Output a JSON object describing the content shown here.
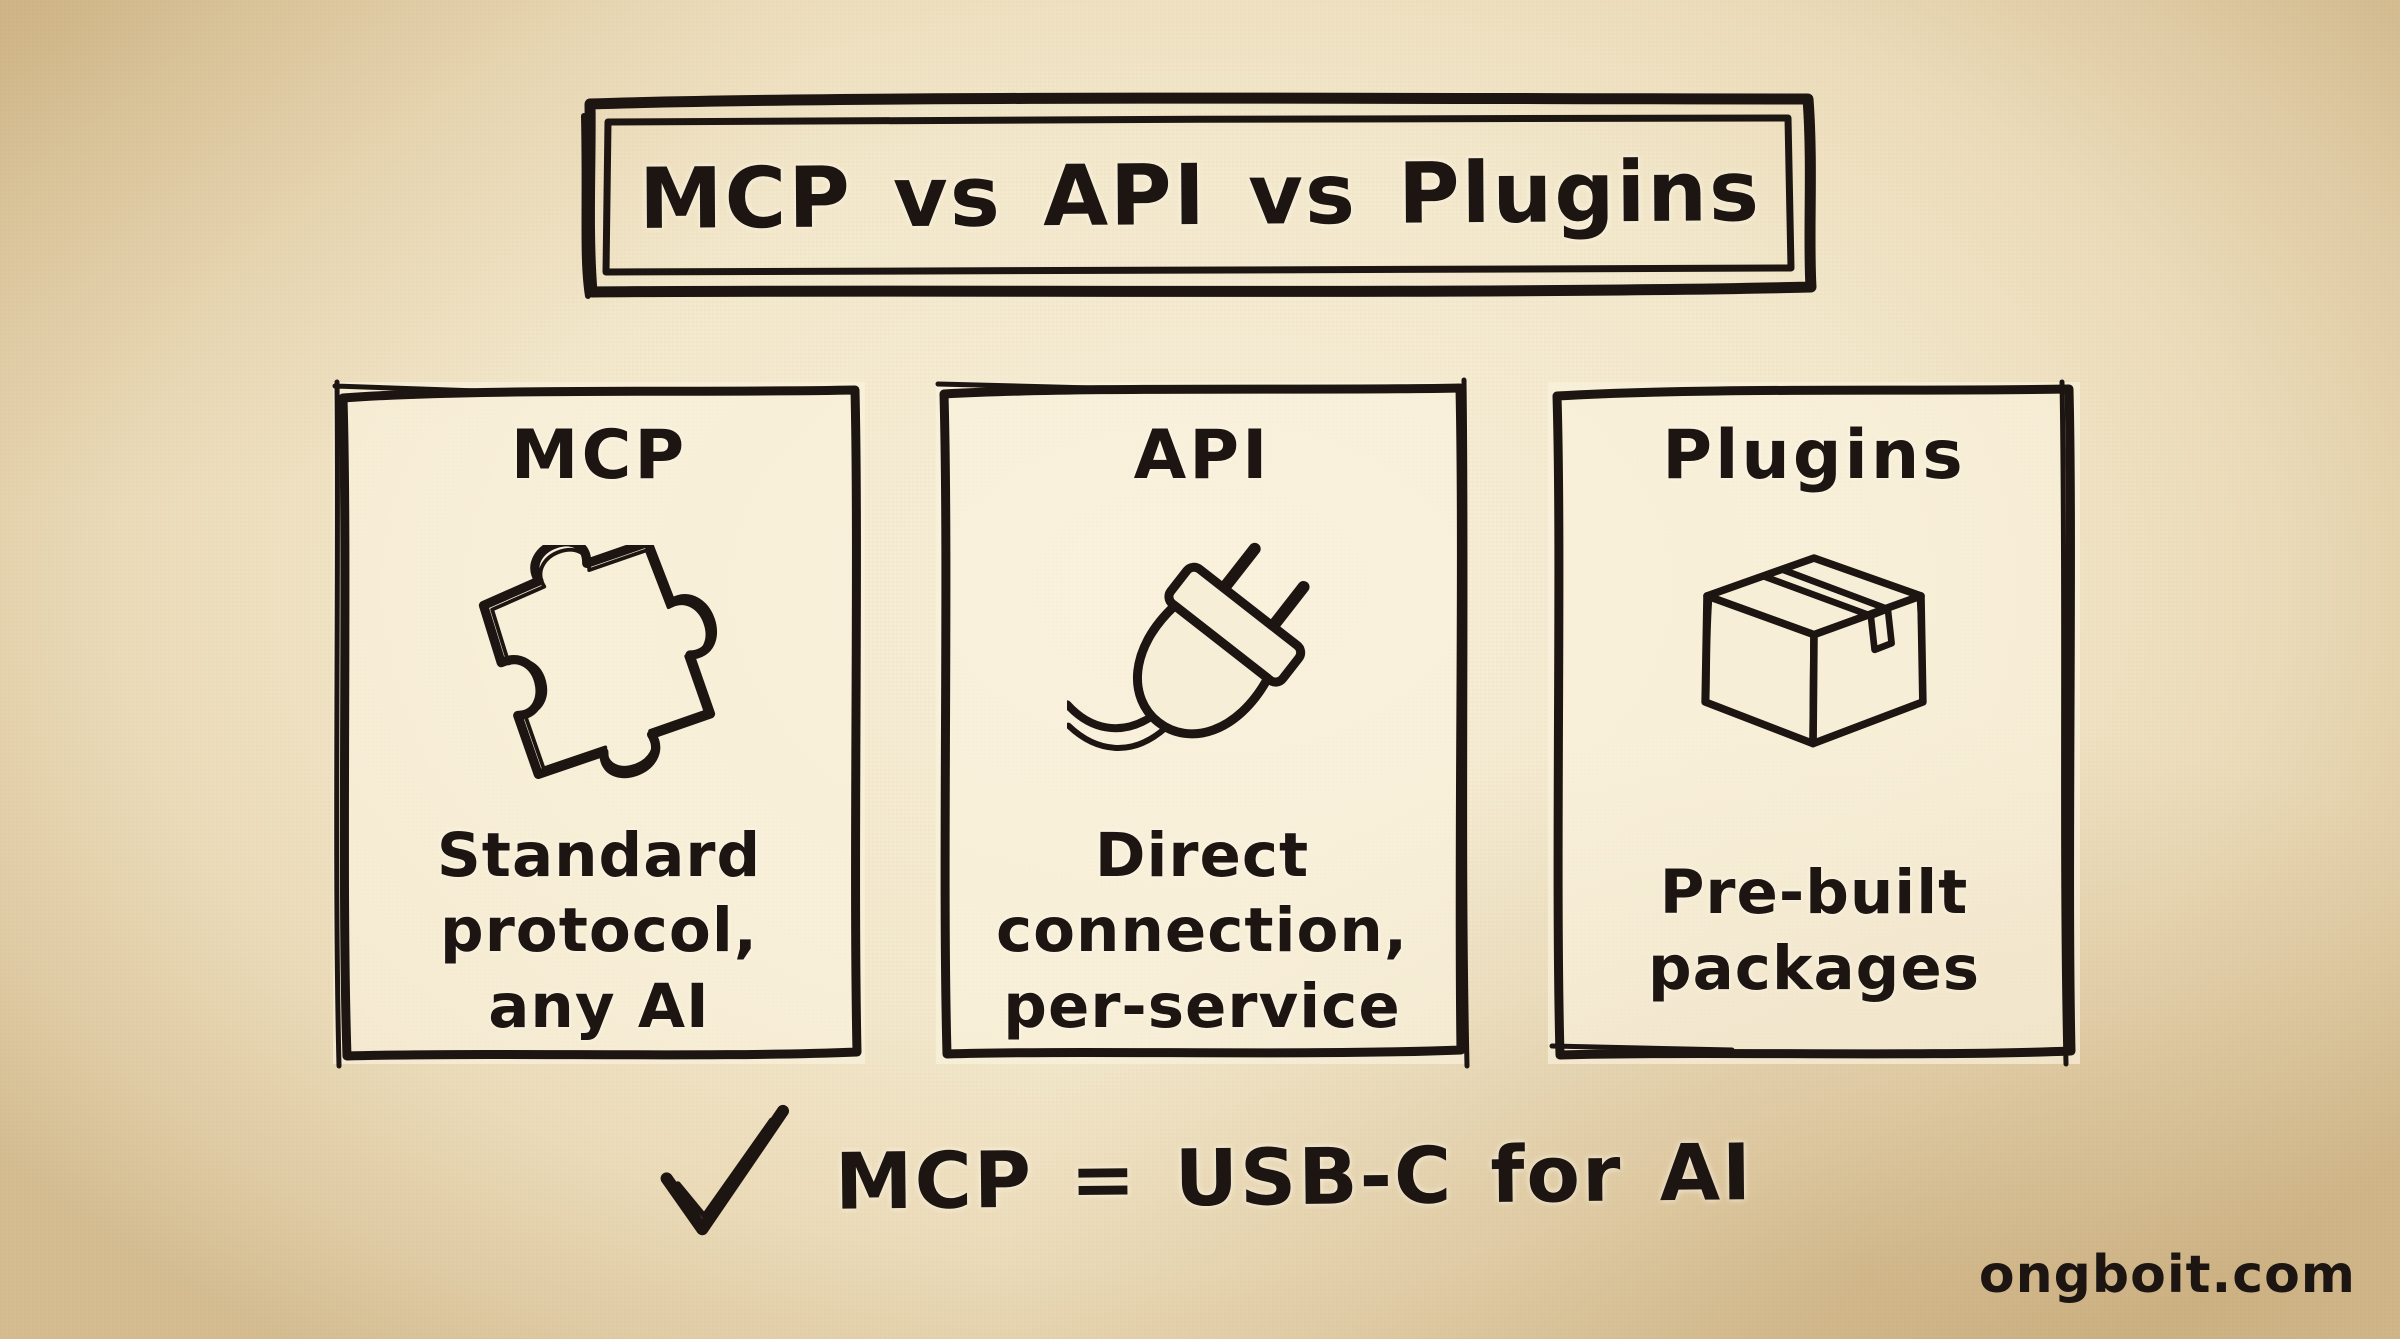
{
  "page": {
    "background_color": "#f2e7ca",
    "ink_color": "#1c1511",
    "title": "MCP vs API vs Plugins",
    "watermark": "ongboit.com"
  },
  "cards": [
    {
      "title": "MCP",
      "icon": "puzzle-piece-icon",
      "description": "Standard\nprotocol,\nany AI"
    },
    {
      "title": "API",
      "icon": "power-plug-icon",
      "description": "Direct\nconnection,\nper-service"
    },
    {
      "title": "Plugins",
      "icon": "package-box-icon",
      "description": "Pre-built\npackages"
    }
  ],
  "tagline": {
    "icon": "checkmark-icon",
    "text": "MCP = USB-C for AI"
  }
}
